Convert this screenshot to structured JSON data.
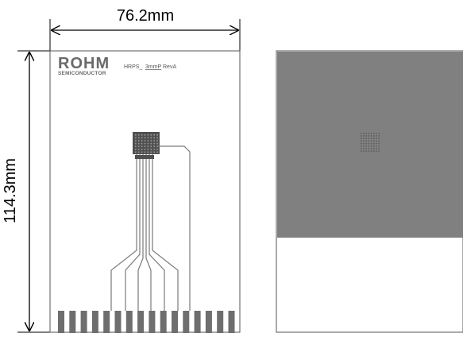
{
  "dimensions": {
    "width_label": "76.2mm",
    "height_label": "114.3mm"
  },
  "front_board": {
    "logo_main": "ROHM",
    "logo_sub": "SEMICONDUCTOR",
    "part_label": "HRPS_",
    "part_label_underlined": "3mmP",
    "part_label_rev": "RevA",
    "edge_fingers": 16,
    "package_grid_rows": 7,
    "package_grid_cols": 8
  },
  "back_board": {
    "via_grid_rows": 8,
    "via_grid_cols": 8
  },
  "colors": {
    "outline": "#555555",
    "copper_fill": "#808080",
    "finger_fill": "#6e6e6e",
    "dark_pad": "#505050"
  }
}
